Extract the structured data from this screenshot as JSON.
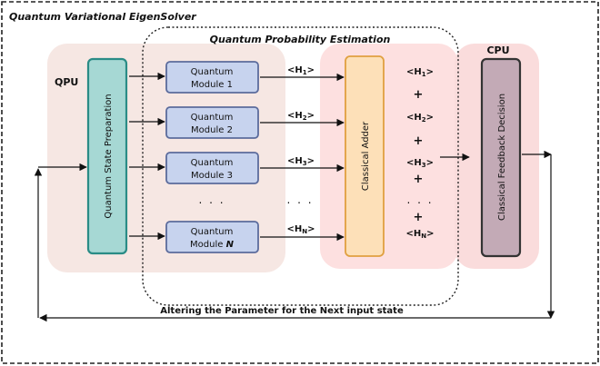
{
  "title": "Quantum Variational EigenSolver",
  "regions": {
    "qpu": "QPU",
    "qpe": "Quantum Probability Estimation",
    "cpu": "CPU"
  },
  "blocks": {
    "prep": "Quantum State Preparation",
    "adder": "Classical Adder",
    "feedback": "Classical Feedback Decision"
  },
  "modules": [
    {
      "line1": "Quantum",
      "line2": "Module 1",
      "h": "<H",
      "sub": "1",
      "close": ">"
    },
    {
      "line1": "Quantum",
      "line2": "Module 2",
      "h": "<H",
      "sub": "2",
      "close": ">"
    },
    {
      "line1": "Quantum",
      "line2": "Module 3",
      "h": "<H",
      "sub": "3",
      "close": ">"
    },
    {
      "line1": "Quantum",
      "line2": "Module ",
      "line2_italic": "N",
      "h": "<H",
      "sub": "N",
      "close": ">"
    }
  ],
  "adder_terms": [
    {
      "h": "<H",
      "sub": "1",
      "close": ">"
    },
    {
      "h": "<H",
      "sub": "2",
      "close": ">"
    },
    {
      "h": "<H",
      "sub": "3",
      "close": ">"
    },
    {
      "h": "<H",
      "sub": "N",
      "close": ">"
    }
  ],
  "plus": "+",
  "ellipsis": ". . .",
  "bottom_label": "Altering the Parameter for the Next input state",
  "colors": {
    "qpu_fill": "#f6e7e3",
    "cpu_fill": "#fadcdc",
    "adder_region_fill": "#fde0e0",
    "prep_fill": "#a6d8d4",
    "prep_stroke": "#2a8c86",
    "module_fill": "#c7d3ee",
    "module_stroke": "#5b6b9c",
    "adder_fill": "#fde0b8",
    "adder_stroke": "#e0a040",
    "feedback_fill": "#c3aab6",
    "feedback_stroke": "#333333"
  }
}
